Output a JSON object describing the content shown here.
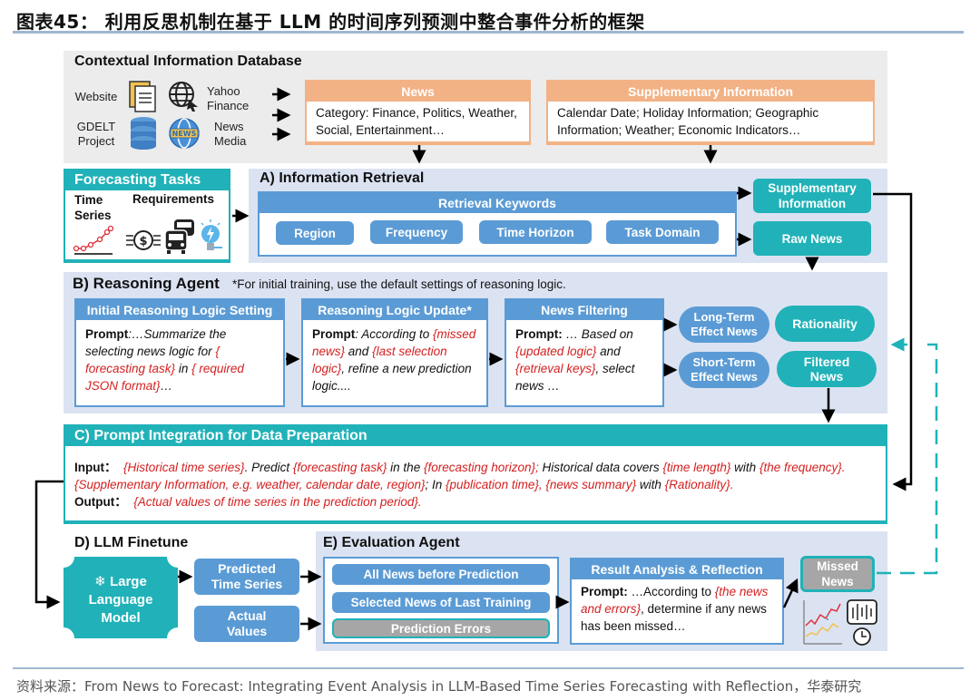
{
  "figure": {
    "title": "图表45：  利用反思机制在基于 LLM 的时间序列预测中整合事件分析的框架",
    "source": "资料来源：From News to Forecast: Integrating Event Analysis in LLM-Based Time Series Forecasting with Reflection，华泰研究"
  },
  "database": {
    "title": "Contextual Information Database",
    "sources": [
      {
        "label_left": "Website",
        "icon1": "document-icon",
        "icon2": "globe-cursor-icon",
        "label_right": "Yahoo Finance"
      },
      {
        "label_left": "GDELT Project",
        "icon1": "database-icon",
        "icon2": "news-globe-icon",
        "label_right": "News Media"
      }
    ],
    "news": {
      "header": "News",
      "body": "Category: Finance, Politics, Weather, Social, Entertainment…"
    },
    "supplementary": {
      "header": "Supplementary Information",
      "body": "Calendar Date; Holiday Information; Geographic Information; Weather; Economic Indicators…"
    }
  },
  "forecasting_tasks": {
    "title": "Forecasting Tasks",
    "time_series_label": "Time Series",
    "requirements_label": "Requirements"
  },
  "info_retrieval": {
    "title": "A) Information Retrieval",
    "keywords_header": "Retrieval Keywords",
    "keywords": [
      "Region",
      "Frequency",
      "Time Horizon",
      "Task Domain"
    ],
    "outputs": [
      "Supplementary Information",
      "Raw News"
    ]
  },
  "reasoning_agent": {
    "title": "B) Reasoning Agent",
    "note": "*For initial training, use the default settings of reasoning logic.",
    "boxes": [
      {
        "header": "Initial Reasoning Logic Setting",
        "prompt_label": "Prompt",
        "parts": [
          {
            "t": ":…Summarize the selecting news logic for ",
            "s": "it"
          },
          {
            "t": "{ forecasting task}",
            "s": "red"
          },
          {
            "t": " in ",
            "s": "it"
          },
          {
            "t": "{ required JSON format}",
            "s": "red"
          },
          {
            "t": "…",
            "s": "it"
          }
        ]
      },
      {
        "header": "Reasoning Logic Update*",
        "prompt_label": "Prompt",
        "parts": [
          {
            "t": ": According to ",
            "s": "it"
          },
          {
            "t": "{missed news}",
            "s": "red"
          },
          {
            "t": " and ",
            "s": "it"
          },
          {
            "t": "{last selection logic}",
            "s": "red"
          },
          {
            "t": ", refine a new prediction logic....",
            "s": "it"
          }
        ]
      },
      {
        "header": "News Filtering",
        "prompt_label": "Prompt:",
        "parts": [
          {
            "t": " … Based on ",
            "s": "it"
          },
          {
            "t": "{updated logic}",
            "s": "red"
          },
          {
            "t": " and ",
            "s": "it"
          },
          {
            "t": "{retrieval keys}",
            "s": "red"
          },
          {
            "t": ", select news …",
            "s": "it"
          }
        ]
      }
    ],
    "effect_news": [
      "Long-Term Effect News",
      "Short-Term Effect News"
    ],
    "outputs": [
      "Rationality",
      "Filtered News"
    ]
  },
  "prompt_integration": {
    "title": "C) Prompt Integration for Data Preparation",
    "input_label": "Input：",
    "input_parts": [
      {
        "t": "{Historical time series}",
        "s": "red"
      },
      {
        "t": ". Predict ",
        "s": "it"
      },
      {
        "t": "{forecasting task}",
        "s": "red"
      },
      {
        "t": " in the ",
        "s": "it"
      },
      {
        "t": "{forecasting horizon};",
        "s": "red"
      },
      {
        "t": " Historical data covers ",
        "s": "it"
      },
      {
        "t": "{time length}",
        "s": "red"
      },
      {
        "t": " with ",
        "s": "it"
      },
      {
        "t": "{the frequency}. {Supplementary Information, e.g. weather, calendar date, region}",
        "s": "red"
      },
      {
        "t": "; In ",
        "s": "it"
      },
      {
        "t": "{publication time}, {news summary}",
        "s": "red"
      },
      {
        "t": " with ",
        "s": "it"
      },
      {
        "t": "{Rationality}.",
        "s": "red"
      }
    ],
    "output_label": "Output：",
    "output_text": "{Actual values of time series in the prediction period}."
  },
  "llm_finetune": {
    "title": "D) LLM Finetune",
    "model_label": "Large Language Model",
    "model_icon": "snowflake-icon",
    "outputs": [
      "Predicted Time Series",
      "Actual Values"
    ]
  },
  "evaluation_agent": {
    "title": "E) Evaluation Agent",
    "inputs": [
      "All News before Prediction",
      "Selected News of Last Training",
      "Prediction Errors"
    ],
    "reflection": {
      "header": "Result Analysis & Reflection",
      "prompt_label": "Prompt:",
      "parts": [
        {
          "t": " …According to ",
          "s": ""
        },
        {
          "t": "{the news and errors}",
          "s": "red"
        },
        {
          "t": ", determine if any news has been missed…",
          "s": ""
        }
      ]
    },
    "missed_news": "Missed News"
  },
  "colors": {
    "teal": "#20b2b8",
    "blue": "#5b9bd5",
    "orange": "#f3b285",
    "panel_blue": "#dbe3f2",
    "panel_gray": "#ececec",
    "red_text": "#d42020",
    "gray_box": "#a6a6a6"
  }
}
